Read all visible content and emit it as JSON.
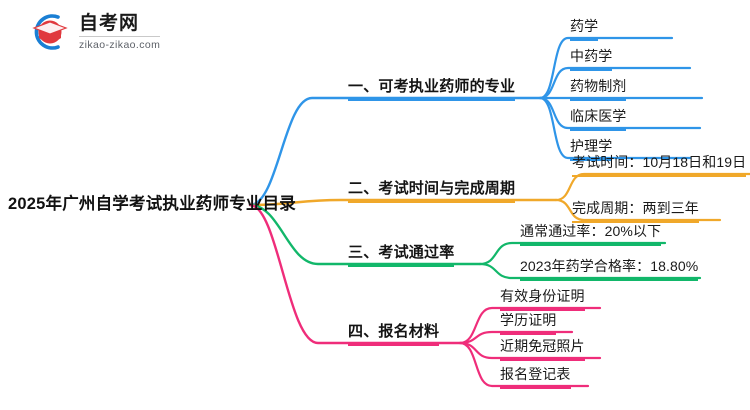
{
  "logo": {
    "name_cn": "自考网",
    "url": "zikao-zikao.com",
    "icon": "graduation-cap-icon",
    "ring_color": "#1a7fd4",
    "cap_color": "#e0393e"
  },
  "mindmap": {
    "root": {
      "label": "2025年广州自学考试执业药师专业目录"
    },
    "branches": [
      {
        "label": "一、可考执业药师的专业",
        "color": "#2f95e8",
        "children": [
          {
            "label": "药学"
          },
          {
            "label": "中药学"
          },
          {
            "label": "药物制剂"
          },
          {
            "label": "临床医学"
          },
          {
            "label": "护理学"
          }
        ]
      },
      {
        "label": "二、考试时间与完成周期",
        "color": "#f0a82a",
        "children": [
          {
            "label": "考试时间：10月18日和19日"
          },
          {
            "label": "完成周期：两到三年"
          }
        ]
      },
      {
        "label": "三、考试通过率",
        "color": "#12b76a",
        "children": [
          {
            "label": "通常通过率：20%以下"
          },
          {
            "label": "2023年药学合格率：18.80%"
          }
        ]
      },
      {
        "label": "四、报名材料",
        "color": "#ef2d7a",
        "children": [
          {
            "label": "有效身份证明"
          },
          {
            "label": "学历证明"
          },
          {
            "label": "近期免冠照片"
          },
          {
            "label": "报名登记表"
          }
        ]
      }
    ]
  }
}
